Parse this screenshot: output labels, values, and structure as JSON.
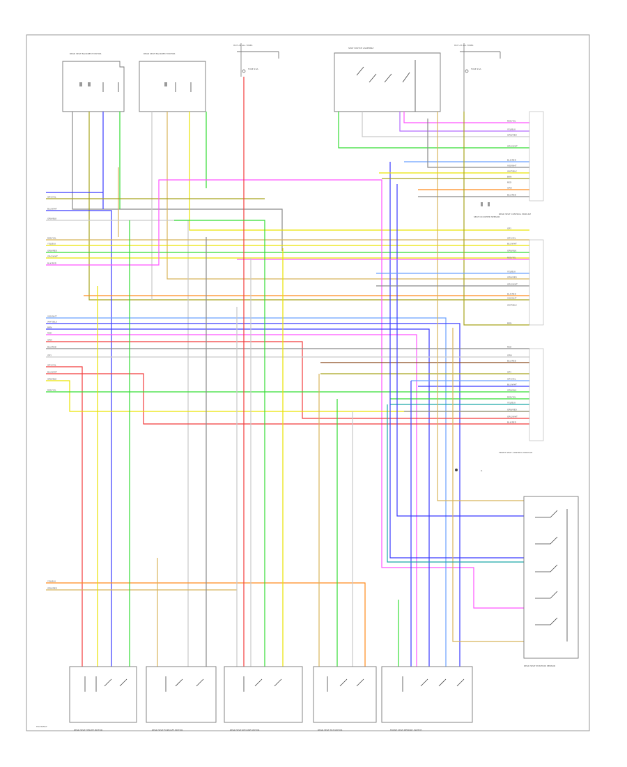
{
  "page": {
    "footer_code": "H1234567"
  },
  "colors": {
    "red": "#f23b3b",
    "pink": "#ff55ff",
    "orange": "#ff8a1c",
    "yellow": "#e9e300",
    "green": "#33dd33",
    "blue": "#3a3aff",
    "lightblue": "#6aa0ff",
    "gray": "#8a8a8a",
    "lightgray": "#c9c9c9",
    "tan": "#d8b35a",
    "olive": "#a7a31c",
    "teal": "#1aa6a6",
    "brown": "#8b4b1f",
    "violet": "#b36bff"
  },
  "labels": {
    "left_motor_1": "REAR SEAT BACKREST MOTOR",
    "left_motor_2": "REAR SEAT BACKREST MOTOR",
    "hot_at_all_times_1": "HOT AT ALL TIMES",
    "hot_at_all_times_2": "HOT AT ALL TIMES",
    "fuse_1": "FUSE 15A",
    "fuse_2": "FUSE 15A",
    "seat_switch": "SEAT SWITCH ASSEMBLY",
    "ground": "G",
    "rear_seat_module": "REAR SEAT CONTROL MODULE",
    "front_seat_module": "FRONT SEAT CONTROL MODULE",
    "seat_occupied": "SEAT OCCUPIED SENSOR",
    "position_sensor": "REAR SEAT POSITION SENSOR",
    "bottom_1": "REAR SEAT HEIGHT MOTOR",
    "bottom_2": "REAR SEAT FORE/AFT MOTOR",
    "bottom_3": "REAR SEAT RECLINE MOTOR",
    "bottom_4": "REAR SEAT TILT MOTOR",
    "bottom_5": "FRONT SEAT MEMORY SWITCH",
    "wire_codes": [
      "GRY/YEL",
      "BLU/WHT",
      "GRN/BLK",
      "RED/YEL",
      "YEL/BLU",
      "GRN/RED",
      "ORG/WHT",
      "BLK/RED",
      "VIO/WHT",
      "WHT/BLK",
      "BRN",
      "RED",
      "GRN",
      "BLU/RED",
      "GRY"
    ]
  }
}
